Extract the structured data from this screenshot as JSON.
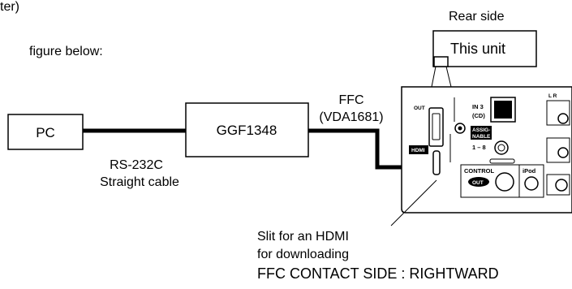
{
  "top_fragment": "ter)",
  "intro_fragment": "figure below:",
  "rear_side_label": "Rear side",
  "unit_label": "This unit",
  "pc_label": "PC",
  "ggf_label": "GGF1348",
  "ffc_label": "FFC",
  "ffc_part_label": "(VDA1681)",
  "rs232_label": "RS-232C",
  "cable_label": "Straight cable",
  "panel": {
    "out_label": "OUT",
    "hdmi_label": "HDMI",
    "in3_label": "IN 3",
    "cd_label": "(CD)",
    "assignable_line1": "ASSIG-",
    "assignable_line2": "NABLE",
    "range_label": "1 – 8",
    "control_label": "CONTROL",
    "control_out_label": "OUT",
    "ipod_label": "iPod",
    "lr_label": "L R"
  },
  "slit_line1": "Slit for an HDMI",
  "slit_line2": "for downloading",
  "ffc_contact_label": "FFC CONTACT SIDE :  RIGHTWARD"
}
